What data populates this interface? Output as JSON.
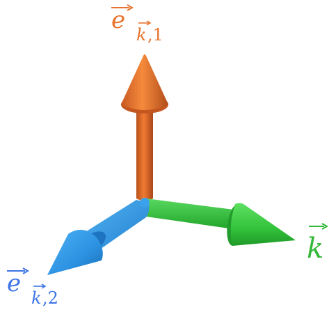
{
  "labels": {
    "e1_base": "e",
    "e1_sub_k": "k",
    "e1_sub_idx": ",1",
    "e2_base": "e",
    "e2_sub_k": "k",
    "e2_sub_idx": ",2",
    "k": "k"
  },
  "colors": {
    "orange": "#e8732e",
    "blue": "#2f9be8",
    "green": "#2fc23a",
    "label_orange": "#e8732e",
    "label_blue": "#3d74e6",
    "label_green": "#35b83a"
  }
}
